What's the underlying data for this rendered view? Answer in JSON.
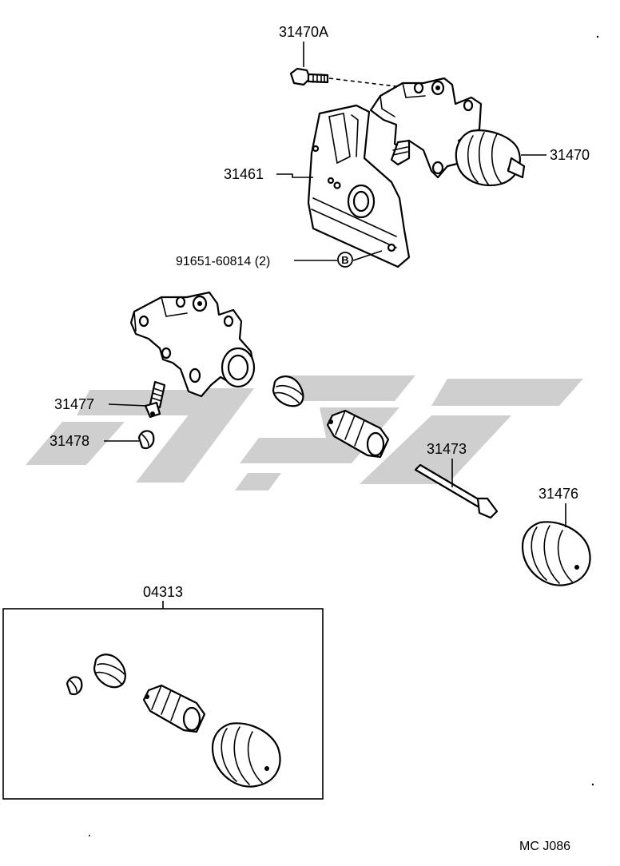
{
  "labels": {
    "bolt": "31470A",
    "cylinder_assy": "31470",
    "bracket": "31461",
    "bracket_bolt": "91651-60814 (2)",
    "bolt_ref_letter": "B",
    "bleeder_plug": "31477",
    "bleeder_cap": "31478",
    "push_rod": "31473",
    "boot": "31476",
    "repair_kit": "04313",
    "diagram_code": "MC J086"
  }
}
